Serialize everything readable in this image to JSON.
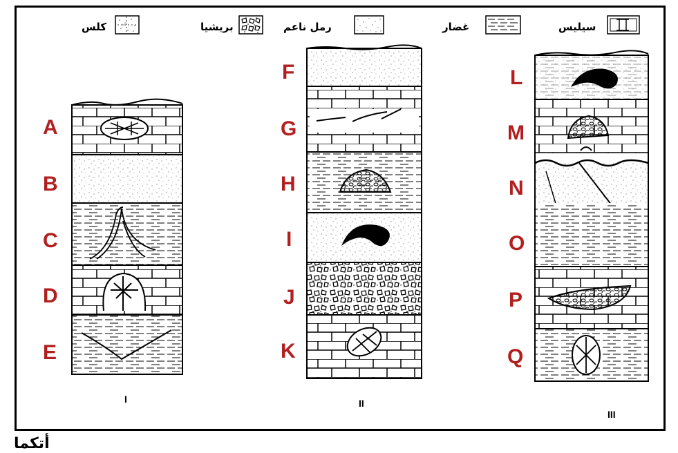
{
  "legend": [
    {
      "id": "limestone",
      "label": "كلس",
      "pattern": "brick"
    },
    {
      "id": "breccia",
      "label": "بريشيا",
      "pattern": "breccia"
    },
    {
      "id": "fine_sand",
      "label": "رمل ناعم",
      "pattern": "dots"
    },
    {
      "id": "clay",
      "label": "غضار",
      "pattern": "dashes"
    },
    {
      "id": "silica",
      "label": "سيليس",
      "pattern": "silica"
    }
  ],
  "columns": [
    {
      "label": "I",
      "layers": [
        "A",
        "B",
        "C",
        "D",
        "E"
      ]
    },
    {
      "label": "II",
      "layers": [
        "F",
        "G",
        "H",
        "I",
        "J",
        "K"
      ]
    },
    {
      "label": "III",
      "layers": [
        "L",
        "M",
        "N",
        "O",
        "P",
        "Q"
      ]
    }
  ],
  "corner_text": "أتكما",
  "colors": {
    "letters": "#b21f1f",
    "ink": "#000000"
  }
}
